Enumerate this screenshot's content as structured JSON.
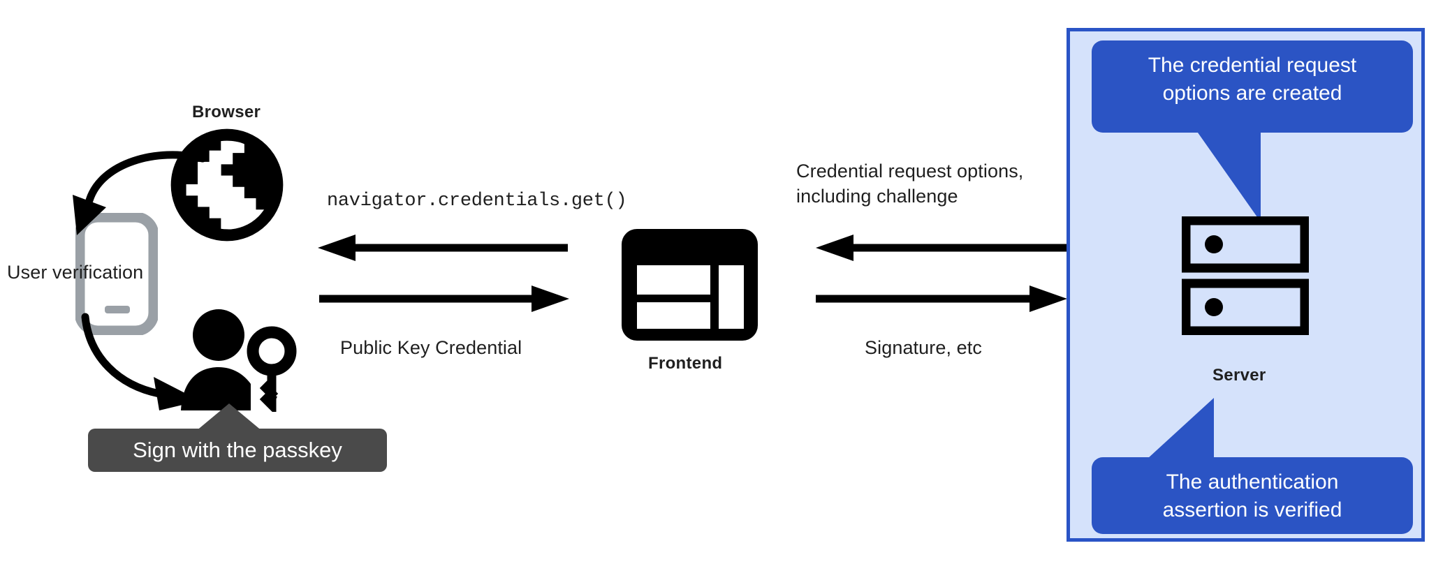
{
  "diagram": {
    "title_nodes": {
      "browser": "Browser",
      "frontend": "Frontend",
      "server": "Server"
    },
    "left_column": {
      "user_verification_label": "User verification",
      "passkey_tooltip": "Sign with the passkey"
    },
    "flows": {
      "browser_to_frontend_top": "navigator.credentials.get()",
      "browser_to_frontend_bottom": "Public Key Credential",
      "server_to_frontend_top": "Credential request options,\ninclugingchallenge",
      "server_to_frontend_top_line1": "Credential request options,",
      "server_to_frontend_top_line2": "including challenge",
      "server_to_frontend_bottom": "Signature, etc"
    },
    "server_callouts": {
      "top": "The credential request\noptions are created",
      "bottom": "The authentication\nassertion is verified"
    },
    "icons": {
      "browser": "globe-icon",
      "device": "mobile-phone-icon",
      "user": "user-with-key-icon",
      "frontend": "browser-window-icon",
      "server": "server-rack-icon"
    },
    "colors": {
      "panel_fill": "#d5e2fb",
      "panel_border": "#2a54c6",
      "callout_blue": "#2b54c4",
      "tooltip_dark": "#4a4a4a",
      "ink": "#1f1f1f",
      "device_gray": "#9aa0a6"
    }
  }
}
